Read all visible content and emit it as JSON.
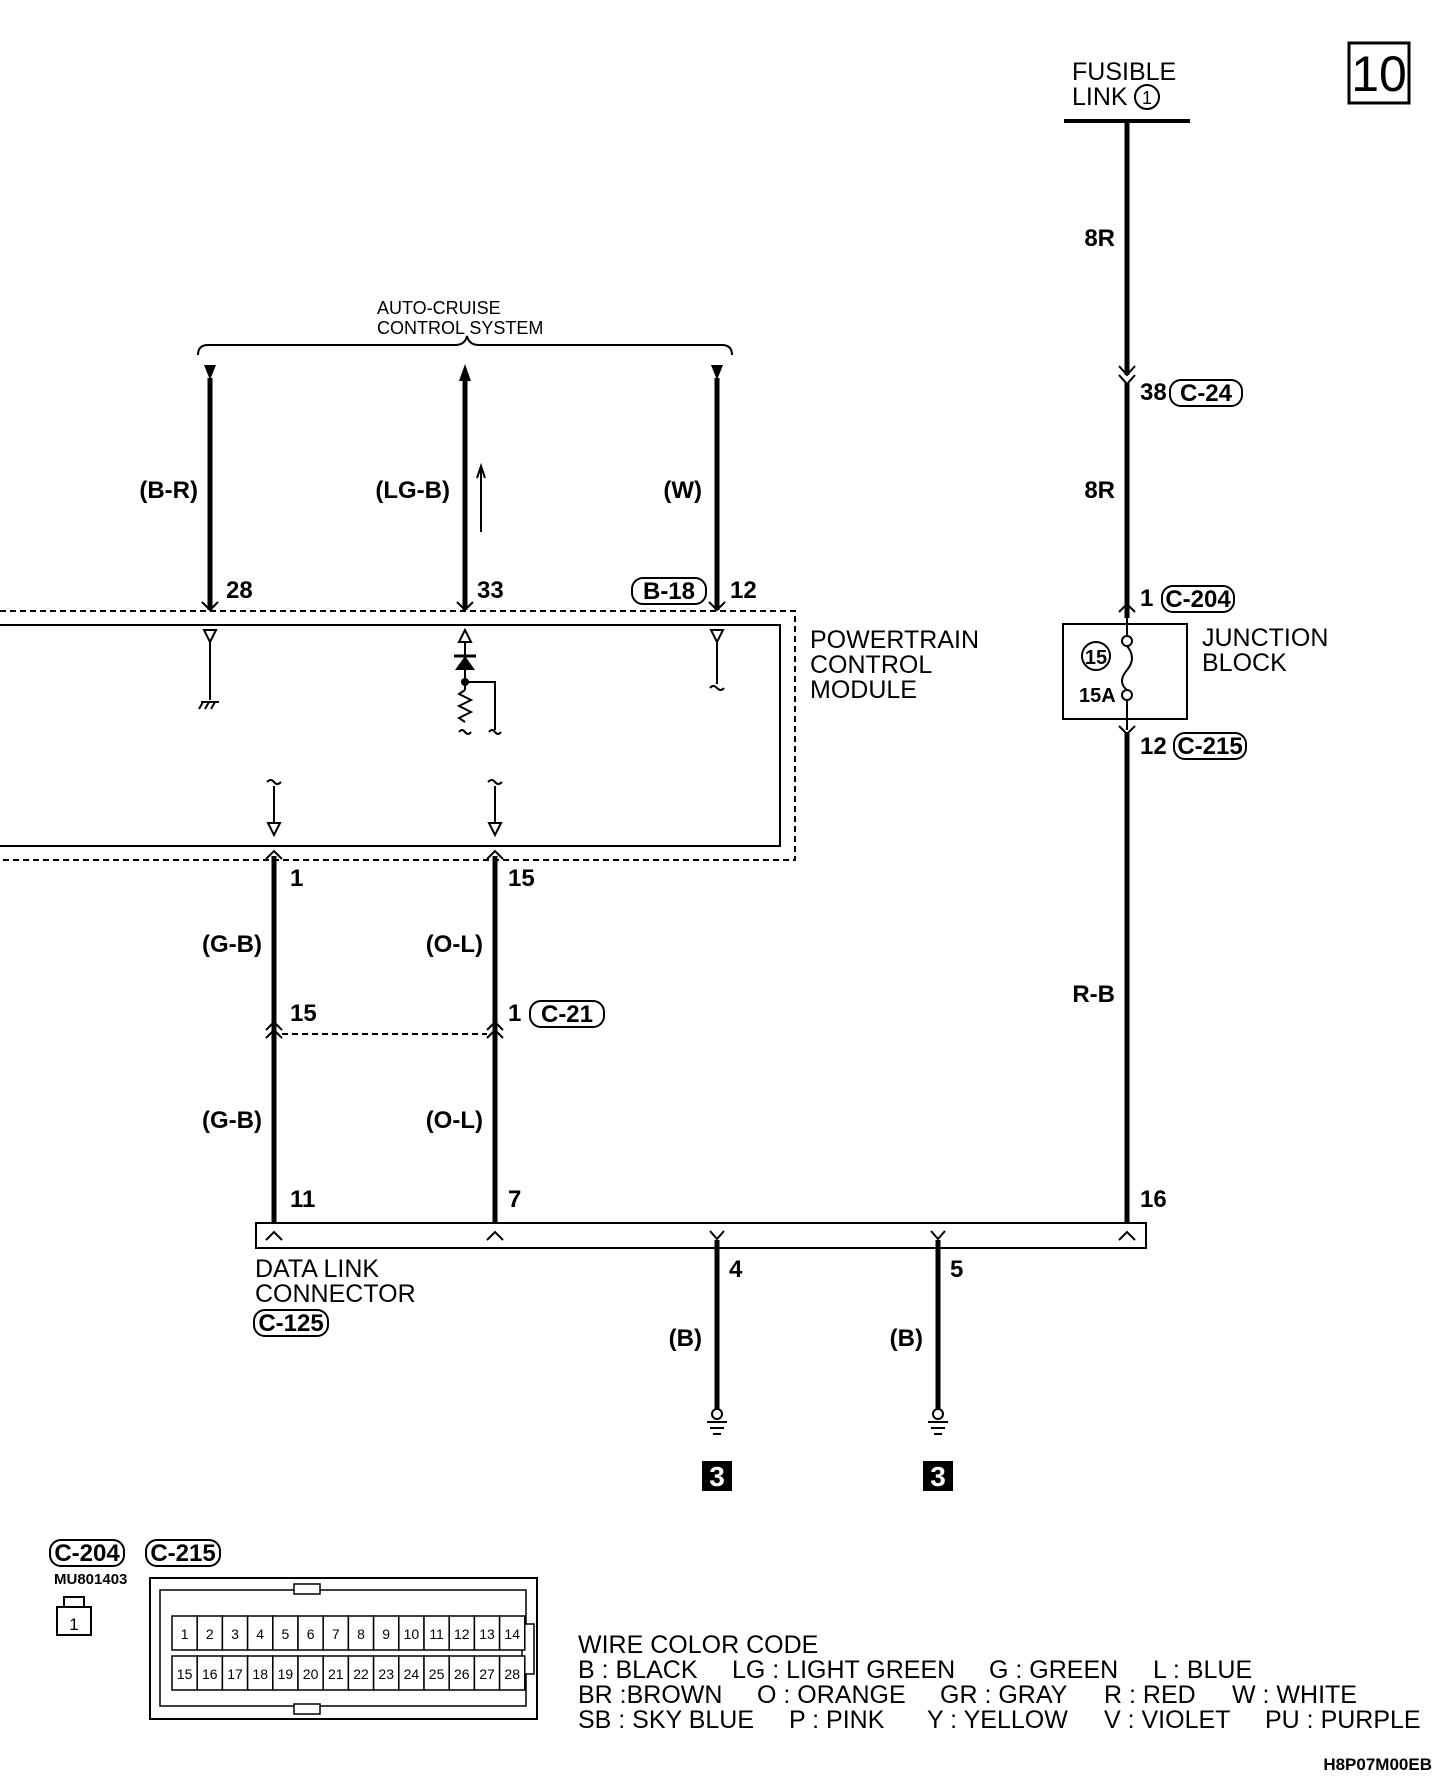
{
  "page_number": "10",
  "fusible_link": {
    "line1": "FUSIBLE",
    "line2": "LINK",
    "number": "1"
  },
  "auto_cruise": {
    "line1": "AUTO-CRUISE",
    "line2": "CONTROL SYSTEM"
  },
  "pcm": {
    "line1": "POWERTRAIN",
    "line2": "CONTROL",
    "line3": "MODULE",
    "connector": "B-18"
  },
  "junction_block": {
    "line1": "JUNCTION",
    "line2": "BLOCK",
    "fuse_no": "15",
    "rating": "15A"
  },
  "dlc": {
    "line1": "DATA LINK",
    "line2": "CONNECTOR",
    "connector": "C-125"
  },
  "wires": {
    "br": "(B-R)",
    "lgb": "(LG-B)",
    "w": "(W)",
    "gb1": "(G-B)",
    "ol1": "(O-L)",
    "gb2": "(G-B)",
    "ol2": "(O-L)",
    "b1": "(B)",
    "b2": "(B)",
    "r8a": "8R",
    "r8b": "8R",
    "rb": "R-B"
  },
  "pins": {
    "p28": "28",
    "p33": "33",
    "p12": "12",
    "p1": "1",
    "p15": "15",
    "c21_15": "15",
    "c21_1": "1",
    "dlc11": "11",
    "dlc7": "7",
    "dlc4": "4",
    "dlc5": "5",
    "dlc16": "16",
    "c24": "38",
    "c204": "1",
    "c215": "12"
  },
  "connectors": {
    "c24": "C-24",
    "c204": "C-204",
    "c215": "C-215",
    "c21": "C-21"
  },
  "ground": {
    "g1": "3",
    "g2": "3"
  },
  "legend_tags": {
    "c204": "C-204",
    "c215": "C-215",
    "part": "MU801403",
    "pin": "1"
  },
  "connector_grid": {
    "row1": [
      "1",
      "2",
      "3",
      "4",
      "5",
      "6",
      "7",
      "8",
      "9",
      "10",
      "11",
      "12",
      "13",
      "14"
    ],
    "row2": [
      "15",
      "16",
      "17",
      "18",
      "19",
      "20",
      "21",
      "22",
      "23",
      "24",
      "25",
      "26",
      "27",
      "28"
    ]
  },
  "color_code": {
    "title": "WIRE COLOR CODE",
    "row1": [
      {
        "code": "B",
        "sep": " : ",
        "name": "BLACK"
      },
      {
        "code": "LG",
        "sep": " : ",
        "name": "LIGHT GREEN"
      },
      {
        "code": "G",
        "sep": " : ",
        "name": "GREEN"
      },
      {
        "code": "L",
        "sep": " : ",
        "name": "BLUE"
      }
    ],
    "row2": [
      {
        "code": "BR",
        "sep": " :",
        "name": "BROWN"
      },
      {
        "code": "O",
        "sep": " : ",
        "name": "ORANGE"
      },
      {
        "code": "GR",
        "sep": " : ",
        "name": "GRAY"
      },
      {
        "code": "R",
        "sep": " : ",
        "name": "RED"
      },
      {
        "code": "W",
        "sep": " : ",
        "name": "WHITE"
      }
    ],
    "row3": [
      {
        "code": "SB",
        "sep": " : ",
        "name": "SKY BLUE"
      },
      {
        "code": "P",
        "sep": " : ",
        "name": "PINK"
      },
      {
        "code": "Y",
        "sep": " : ",
        "name": "YELLOW"
      },
      {
        "code": "V",
        "sep": " : ",
        "name": "VIOLET"
      },
      {
        "code": "PU",
        "sep": " : ",
        "name": "PURPLE"
      }
    ]
  },
  "diagram_code": "H8P07M00EB"
}
